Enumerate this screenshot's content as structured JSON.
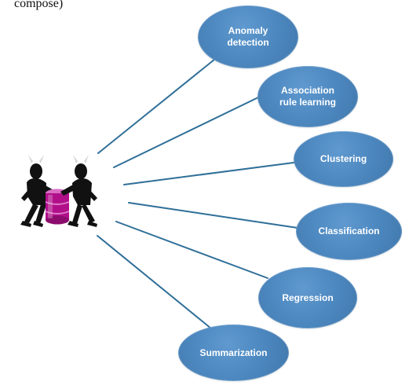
{
  "header": {
    "fragment": "compose)"
  },
  "diagram": {
    "nodes": [
      {
        "label": "Anomaly\ndetection"
      },
      {
        "label": "Association\nrule learning"
      },
      {
        "label": "Clustering"
      },
      {
        "label": "Classification"
      },
      {
        "label": "Regression"
      },
      {
        "label": "Summarization"
      }
    ]
  },
  "colors": {
    "node_fill": "#4d88c0",
    "connector": "#2f6f98",
    "database_accent": "#b10f8a"
  },
  "icons": {
    "left_illustration": "two-people-lifting-database-icon"
  }
}
